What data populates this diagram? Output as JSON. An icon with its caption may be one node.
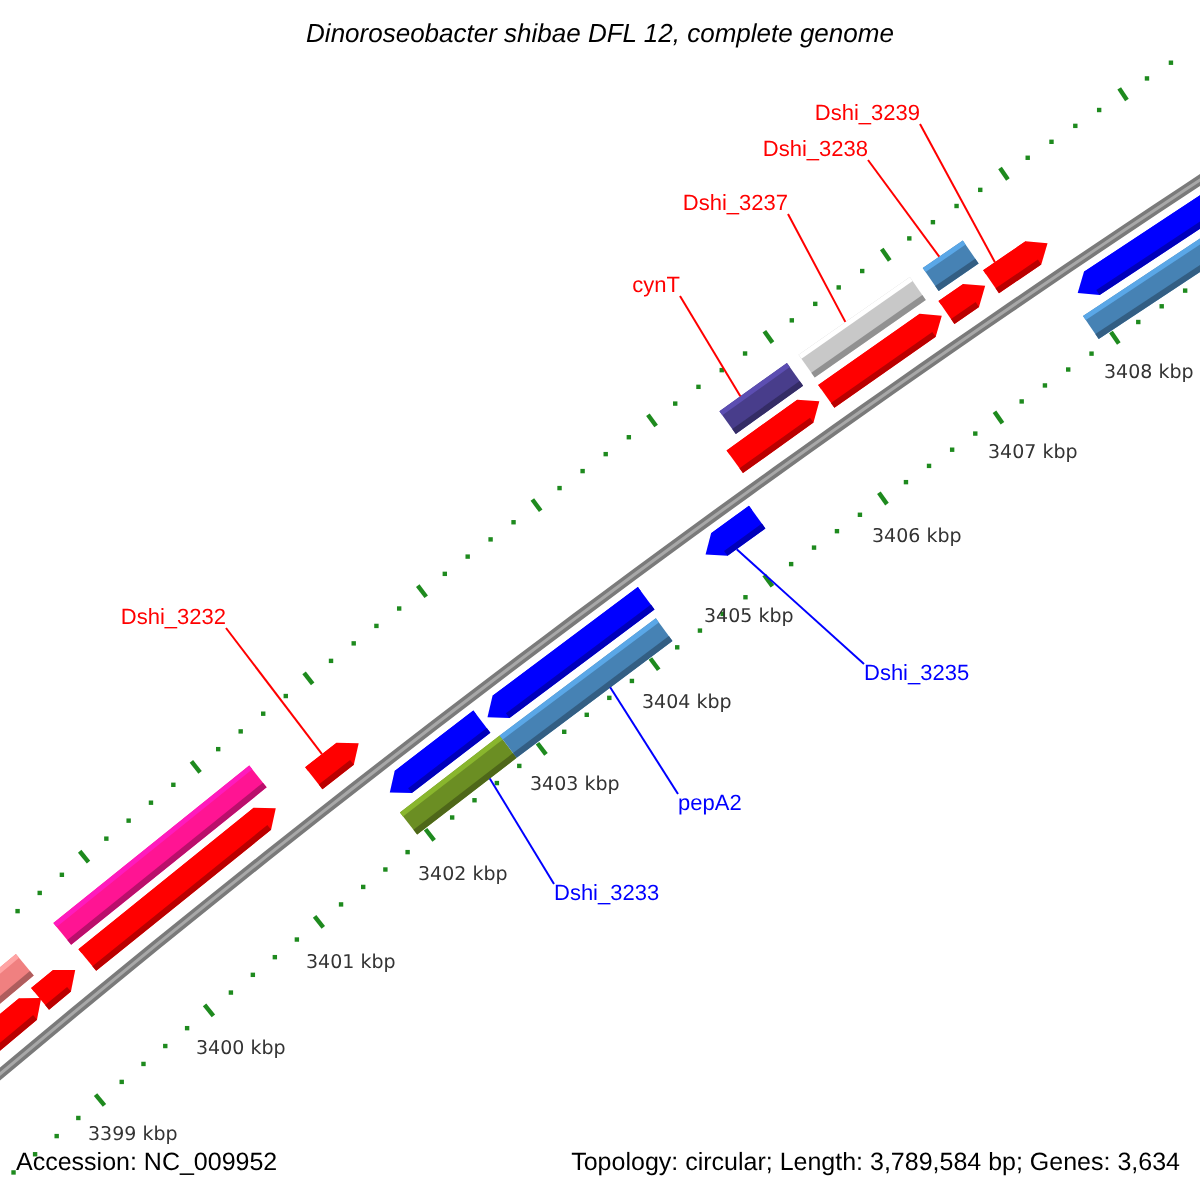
{
  "diagram": {
    "title": "Dinoroseobacter shibae DFL 12, complete genome",
    "nodes": [
      {
        "text": [
          "Dshi_3239"
        ]
      },
      {
        "text": [
          "Dshi_3238"
        ]
      },
      {
        "text": [
          "Dshi_3237"
        ]
      },
      {
        "text": [
          "cynT"
        ]
      },
      {
        "text": [
          "Dshi_3232"
        ]
      },
      {
        "text": [
          "Dshi_3235"
        ]
      },
      {
        "text": [
          "pepA2"
        ]
      },
      {
        "text": [
          "Dshi_3233"
        ]
      },
      {
        "text": [],
        "shape": "pentagon"
      },
      {
        "text": [],
        "shape": "bar"
      },
      {
        "text": [],
        "shape": "bar"
      },
      {
        "text": [],
        "shape": "pentagon"
      },
      {
        "text": [],
        "shape": "bar"
      },
      {
        "text": [],
        "shape": "bar"
      },
      {
        "text": [],
        "shape": "bar"
      },
      {
        "text": [],
        "shape": "pentagon"
      }
    ],
    "edges": [
      {
        "from": 0,
        "to": 15,
        "arrow": "none"
      },
      {
        "from": 1,
        "to": 14,
        "arrow": "none"
      },
      {
        "from": 2,
        "to": 13,
        "arrow": "none"
      },
      {
        "from": 3,
        "to": 12,
        "arrow": "none"
      },
      {
        "from": 4,
        "to": 8,
        "arrow": "none"
      },
      {
        "from": 5,
        "to": 11,
        "arrow": "none",
        "color": "#0000ff"
      },
      {
        "from": 6,
        "to": 10,
        "arrow": "none",
        "color": "#0000ff"
      },
      {
        "from": 7,
        "to": 9,
        "arrow": "none",
        "color": "#0000ff"
      }
    ],
    "labels": [
      "3408 kbp",
      "3407 kbp",
      "3406 kbp",
      "3405 kbp",
      "3404 kbp",
      "3403 kbp",
      "3402 kbp",
      "3401 kbp",
      "3400 kbp",
      "3399 kbp",
      "Accession: NC_009952",
      "Topology: circular; Length: 3,789,584 bp; Genes: 3,634"
    ]
  }
}
